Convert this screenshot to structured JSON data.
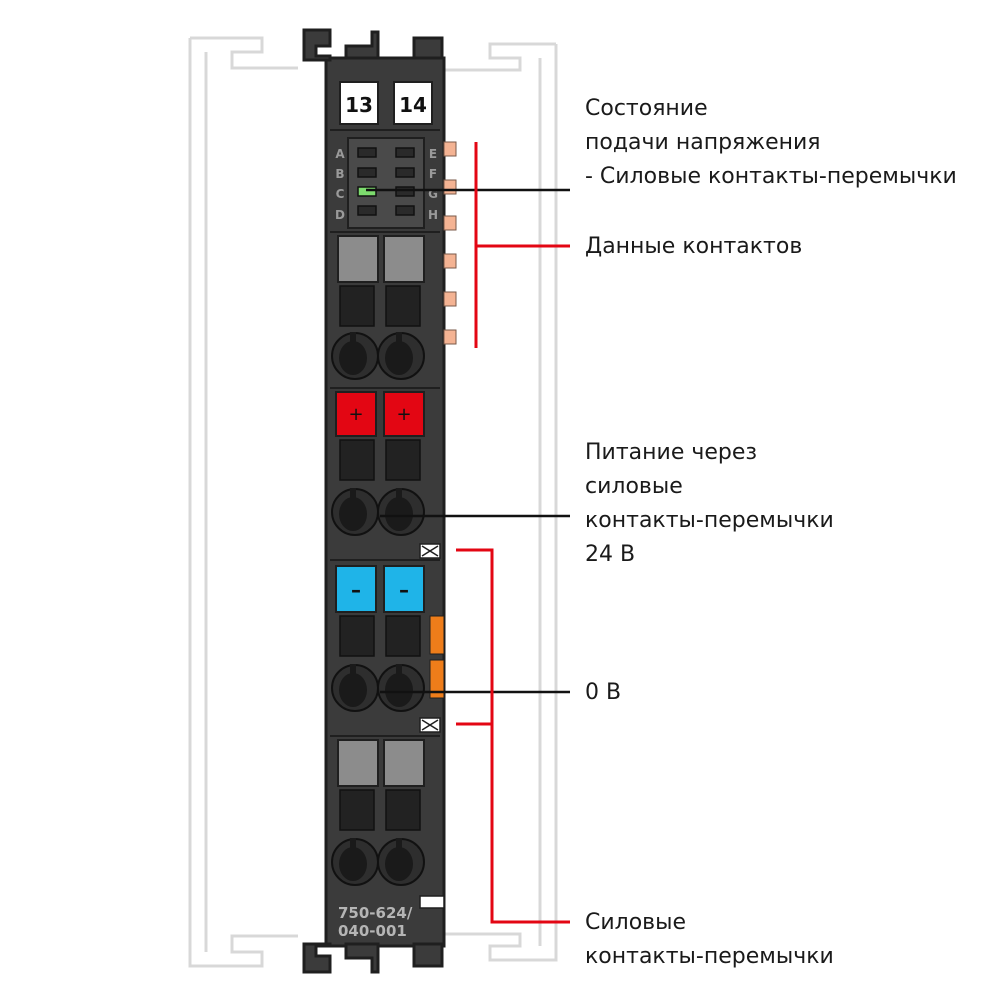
{
  "module": {
    "labels": [
      "13",
      "14"
    ],
    "led_letters_left": [
      "A",
      "B",
      "C",
      "D"
    ],
    "led_letters_right": [
      "E",
      "F",
      "G",
      "H"
    ],
    "plus_symbol": "+",
    "minus_symbol": "–",
    "part_number_line1": "750-624/",
    "part_number_line2": "040-001",
    "colors": {
      "housing": "#3b3b3b",
      "housing_edge": "#1f1f1f",
      "plus_marker": "#e30613",
      "minus_marker": "#1fb4e8",
      "status_led": "#7ddc6e",
      "data_contact": "#f4b393",
      "power_bus_tab": "#ee7d1a",
      "callout_red": "#e30613",
      "rail_outline": "#d8d8d8"
    }
  },
  "callouts": {
    "power_status": [
      "Состояние",
      "подачи напряжения",
      "- Силовые контакты-перемычки"
    ],
    "data_contacts": [
      "Данные контактов"
    ],
    "supply_24v": [
      "Питание через",
      "силовые",
      "контакты-перемычки",
      "24 В"
    ],
    "zero_v": [
      "0 В"
    ],
    "power_jumper_contacts": [
      "Силовые",
      "контакты-перемычки"
    ]
  }
}
